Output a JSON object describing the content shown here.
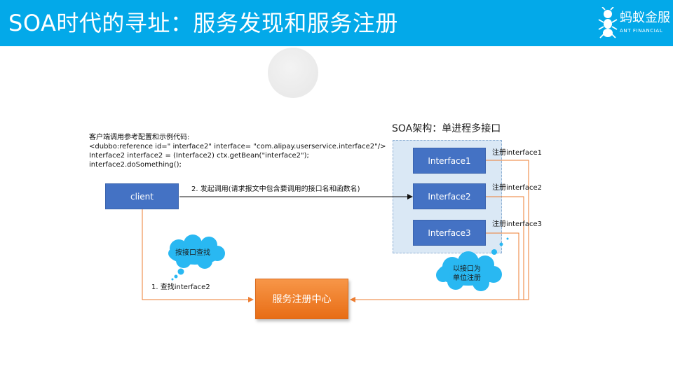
{
  "header": {
    "title": "SOA时代的寻址：服务发现和服务注册",
    "logo_cn": "蚂蚁金服",
    "logo_en": "ANT FINANCIAL"
  },
  "code_block": {
    "lines": [
      "客户端调用参考配置和示例代码:",
      "<dubbo:reference id=\" interface2\" interface= \"com.alipay.userservice.interface2\"/>",
      "Interface2 interface2 = (Interface2) ctx.getBean(\"interface2\");",
      "interface2.doSomething();"
    ]
  },
  "client_label": "client",
  "call_label": "2. 发起调用(请求报文中包含要调用的接口名和函数名)",
  "soa": {
    "title": "SOA架构：单进程多接口",
    "interfaces": [
      "Interface1",
      "Interface2",
      "Interface3"
    ],
    "register_labels": [
      "注册interface1",
      "注册interface2",
      "注册interface3"
    ]
  },
  "registry_label": "服务注册中心",
  "lookup_label": "1. 查找interface2",
  "cloud_lookup": "按接口查找",
  "cloud_register": [
    "以接口为",
    "单位注册"
  ],
  "colors": {
    "header": "#03a9e9",
    "interface_box": "#4472c4",
    "registry": "#ed7d31",
    "cloud": "#29b8f2"
  }
}
